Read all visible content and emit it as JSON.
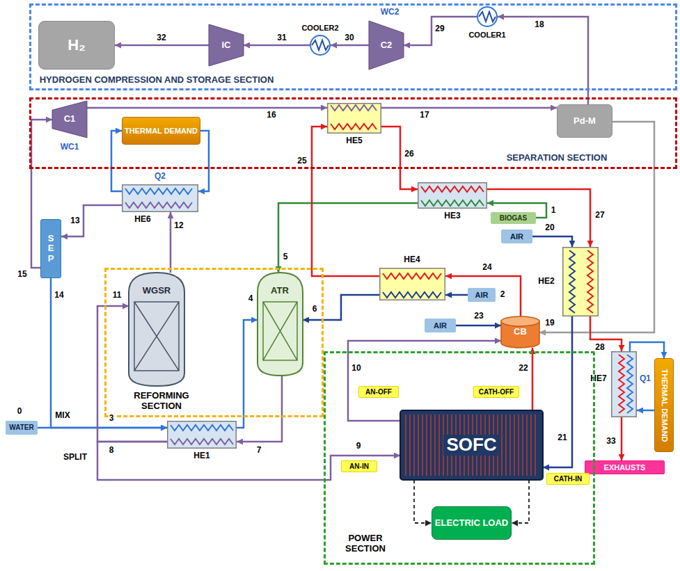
{
  "diagram": {
    "nodes": [
      {
        "text": [
          "HYDROGEN COMPRESSION AND STORAGE SECTION"
        ]
      },
      {
        "text": [
          "H₂"
        ],
        "in": 0
      },
      {
        "text": [
          "IC"
        ],
        "in": 0
      },
      {
        "text": [
          "COOLER2"
        ],
        "in": 0
      },
      {
        "text": [
          "C2"
        ],
        "in": 0
      },
      {
        "text": [
          "COOLER1"
        ],
        "in": 0
      },
      {
        "text": [
          "SEPARATION SECTION"
        ]
      },
      {
        "text": [
          "C1"
        ],
        "in": 6
      },
      {
        "text": [
          "THERMAL DEMAND"
        ],
        "in": 6
      },
      {
        "text": [
          "HE5"
        ],
        "in": 6
      },
      {
        "text": [
          "Pd-M"
        ],
        "in": 6
      },
      {
        "text": [
          "HE6"
        ]
      },
      {
        "text": [
          "HE3"
        ]
      },
      {
        "text": [
          "BIOGAS"
        ]
      },
      {
        "text": [
          "AIR"
        ]
      },
      {
        "text": [
          "HE2"
        ]
      },
      {
        "text": [
          "HE4"
        ]
      },
      {
        "text": [
          "AIR"
        ]
      },
      {
        "text": [
          "SEP"
        ]
      },
      {
        "text": [
          "REFORMING SECTION"
        ]
      },
      {
        "text": [
          "WGSR"
        ],
        "in": 19
      },
      {
        "text": [
          "ATR"
        ],
        "in": 19
      },
      {
        "text": [
          "AIR"
        ]
      },
      {
        "text": [
          "CB"
        ]
      },
      {
        "text": [
          "HE7"
        ]
      },
      {
        "text": [
          "THERMAL DEMAND"
        ]
      },
      {
        "text": [
          "EXHAUSTS"
        ]
      },
      {
        "text": [
          "POWER SECTION"
        ]
      },
      {
        "text": [
          "AN-OFF"
        ],
        "in": 27
      },
      {
        "text": [
          "CATH-OFF"
        ],
        "in": 27
      },
      {
        "text": [
          "SOFC"
        ],
        "in": 27
      },
      {
        "text": [
          "AN-IN"
        ],
        "in": 27
      },
      {
        "text": [
          "CATH-IN"
        ],
        "in": 27
      },
      {
        "text": [
          "ELECTRIC LOAD"
        ],
        "in": 27
      },
      {
        "text": [
          "HE1"
        ]
      },
      {
        "text": [
          "WATER"
        ]
      }
    ],
    "edges": [
      {
        "from": 10,
        "to": 5,
        "arrow": "to"
      },
      {
        "from": 5,
        "to": 4,
        "arrow": "to"
      },
      {
        "from": 4,
        "to": 3,
        "arrow": "to"
      },
      {
        "from": 3,
        "to": 2,
        "arrow": "to"
      },
      {
        "from": 2,
        "to": 1,
        "arrow": "to"
      },
      {
        "from": 7,
        "to": 9,
        "arrow": "to"
      },
      {
        "from": 9,
        "to": 10,
        "arrow": "to"
      },
      {
        "from": 10,
        "to": 23,
        "arrow": "to"
      },
      {
        "from": 11,
        "to": 8,
        "arrow": "to"
      },
      {
        "from": 8,
        "to": 11,
        "arrow": "to"
      },
      {
        "from": 20,
        "to": 11,
        "arrow": "to"
      },
      {
        "from": 11,
        "to": 18,
        "arrow": "to"
      },
      {
        "from": 18,
        "to": 7,
        "arrow": "to"
      },
      {
        "from": 18,
        "to": 34,
        "arrow": "to"
      },
      {
        "from": 35,
        "to": 34,
        "arrow": "to"
      },
      {
        "from": 34,
        "to": 21,
        "arrow": "to"
      },
      {
        "from": 21,
        "to": 34,
        "arrow": "to"
      },
      {
        "from": 34,
        "to": 20,
        "arrow": "to"
      },
      {
        "from": 34,
        "to": 30,
        "arrow": "to"
      },
      {
        "from": 13,
        "to": 12,
        "arrow": "to"
      },
      {
        "from": 12,
        "to": 21,
        "arrow": "to"
      },
      {
        "from": 17,
        "to": 16,
        "arrow": "to"
      },
      {
        "from": 16,
        "to": 21,
        "arrow": "to"
      },
      {
        "from": 23,
        "to": 16,
        "arrow": "to"
      },
      {
        "from": 16,
        "to": 9,
        "arrow": "to"
      },
      {
        "from": 9,
        "to": 12,
        "arrow": "to"
      },
      {
        "from": 12,
        "to": 15,
        "arrow": "to"
      },
      {
        "from": 15,
        "to": 24,
        "arrow": "to"
      },
      {
        "from": 24,
        "to": 26,
        "arrow": "to"
      },
      {
        "from": 14,
        "to": 15,
        "arrow": "to"
      },
      {
        "from": 15,
        "to": 30,
        "arrow": "to"
      },
      {
        "from": 22,
        "to": 23,
        "arrow": "to"
      },
      {
        "from": 30,
        "to": 23,
        "arrow": "to"
      },
      {
        "from": 30,
        "to": 23,
        "arrow": "to"
      },
      {
        "from": 24,
        "to": 25,
        "arrow": "to"
      },
      {
        "from": 25,
        "to": 24,
        "arrow": "to"
      },
      {
        "from": 30,
        "to": 33,
        "arrow": "to"
      },
      {
        "from": 30,
        "to": 33,
        "arrow": "to"
      }
    ],
    "labels": [
      "32",
      "31",
      "30",
      "29",
      "18",
      "WC2",
      "16",
      "17",
      "25",
      "26",
      "WC1",
      "Q2",
      "12",
      "13",
      "15",
      "14",
      "1",
      "20",
      "27",
      "24",
      "2",
      "11",
      "5",
      "4",
      "6",
      "23",
      "19",
      "28",
      "Q1",
      "10",
      "22",
      "9",
      "21",
      "33",
      "0",
      "MIX",
      "3",
      "8",
      "SPLIT",
      "7"
    ]
  }
}
